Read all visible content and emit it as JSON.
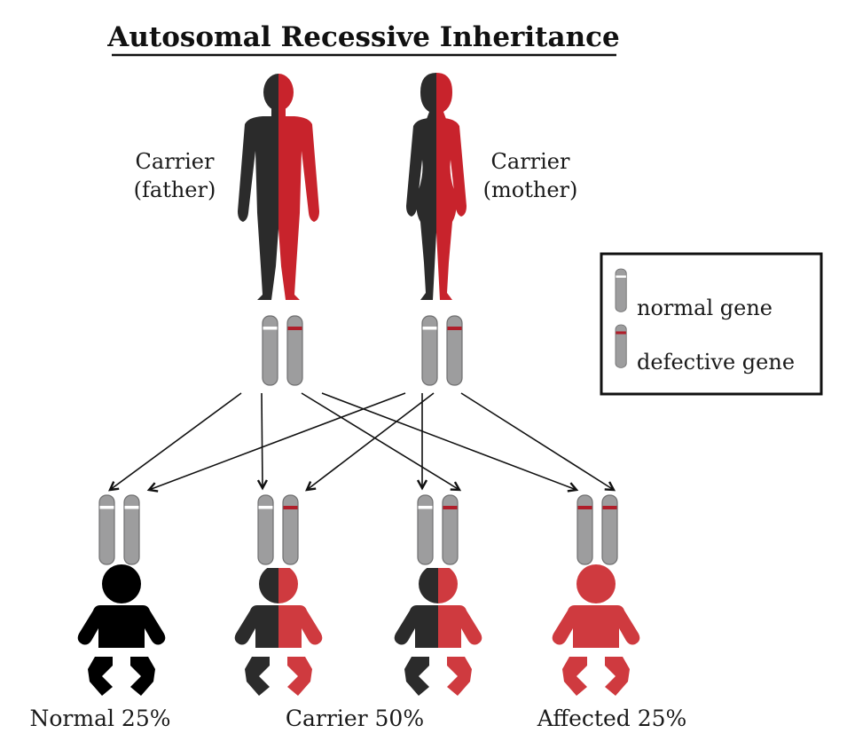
{
  "title": "Autosomal Recessive Inheritance",
  "parents": {
    "father": {
      "line1": "Carrier",
      "line2": "(father)"
    },
    "mother": {
      "line1": "Carrier",
      "line2": "(mother)"
    }
  },
  "legend": {
    "normal": "normal gene",
    "defective": "defective gene"
  },
  "outcomes": {
    "normal": "Normal 25%",
    "carrier": "Carrier 50%",
    "affected": "Affected 25%"
  },
  "colors": {
    "dark": "#2b2b2b",
    "red": "#c8232c",
    "chromosome": "#9d9d9e",
    "chromosome_stroke": "#6f6f70",
    "defect_band": "#b01e2a",
    "normal_band": "#ffffff",
    "infant_red": "#cf3a3f"
  },
  "icons": {
    "father": "male-figure-icon",
    "mother": "female-figure-icon",
    "child": "baby-icon",
    "chromosome": "chromosome-icon"
  }
}
